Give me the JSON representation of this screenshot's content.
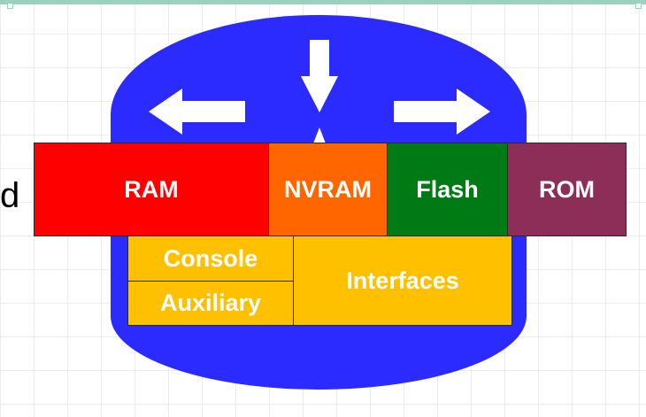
{
  "left_text_fragment": "d",
  "router": {
    "cylinder_color": "#2b2bff",
    "arrow_color": "#ffffff",
    "memory": [
      {
        "label": "RAM",
        "color": "#ff0000"
      },
      {
        "label": "NVRAM",
        "color": "#ff6600"
      },
      {
        "label": "Flash",
        "color": "#007a14"
      },
      {
        "label": "ROM",
        "color": "#8c2e58"
      }
    ],
    "ports": {
      "color": "#ffc000",
      "console": "Console",
      "auxiliary": "Auxiliary",
      "interfaces": "Interfaces"
    }
  }
}
